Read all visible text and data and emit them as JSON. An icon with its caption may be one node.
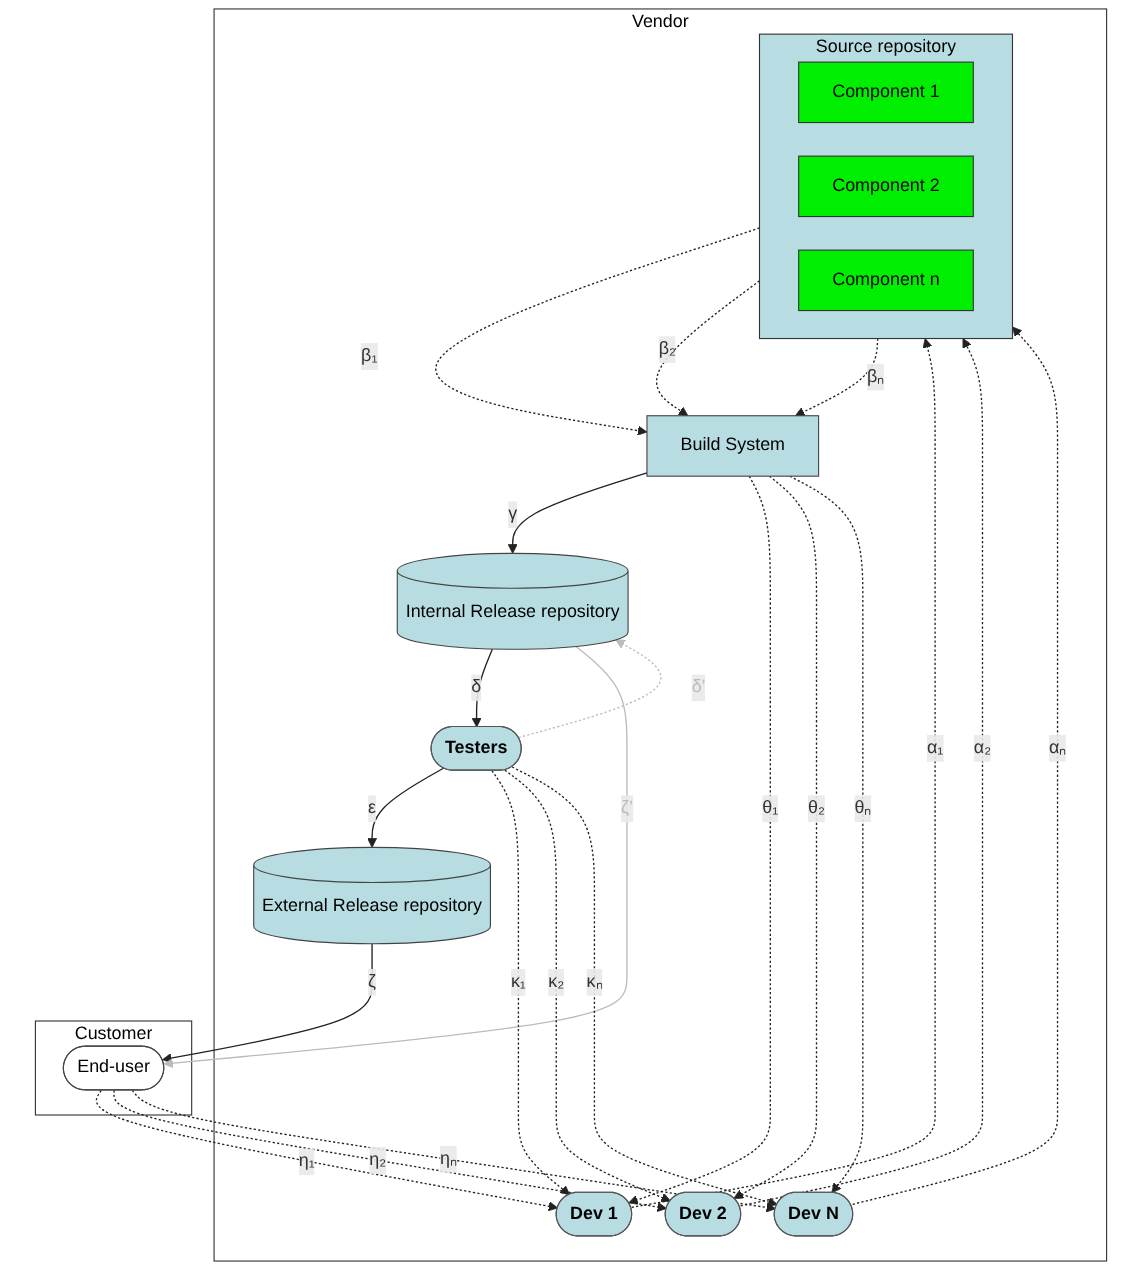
{
  "diagram": {
    "nodes": [
      {
        "text": [
          "Vendor"
        ]
      },
      {
        "text": [
          "Dev 1"
        ],
        "in": 0
      },
      {
        "text": [
          "Dev 2"
        ],
        "in": 0
      },
      {
        "text": [
          "Dev N"
        ],
        "in": 0
      },
      {
        "text": [
          "Source repository"
        ],
        "in": 0
      },
      {
        "text": [
          "Component 1"
        ],
        "in": 4
      },
      {
        "text": [
          "Component 2"
        ],
        "in": 4
      },
      {
        "text": [
          "Component n"
        ],
        "in": 4
      },
      {
        "text": [
          "Build System"
        ],
        "in": 0
      },
      {
        "text": [
          "Internal Release repository"
        ],
        "in": 0
      },
      {
        "text": [
          "Testers"
        ],
        "in": 0
      },
      {
        "text": [
          "External Release repository"
        ],
        "in": 0
      },
      {
        "text": [
          "Customer"
        ]
      },
      {
        "text": [
          "End-user"
        ],
        "in": 12
      }
    ],
    "edges": [
      {
        "from": 1,
        "to": 4,
        "arrow": "to",
        "label": "α₁",
        "style": "dashed"
      },
      {
        "from": 2,
        "to": 4,
        "arrow": "to",
        "label": "α₂",
        "style": "dashed"
      },
      {
        "from": 3,
        "to": 4,
        "arrow": "to",
        "label": "αₙ",
        "style": "dashed"
      },
      {
        "from": 4,
        "to": 8,
        "arrow": "to",
        "label": "β₁",
        "style": "dashed"
      },
      {
        "from": 4,
        "to": 8,
        "arrow": "to",
        "label": "β₂",
        "style": "dashed"
      },
      {
        "from": 4,
        "to": 8,
        "arrow": "to",
        "label": "βₙ",
        "style": "dashed"
      },
      {
        "from": 8,
        "to": 9,
        "arrow": "to",
        "label": "γ"
      },
      {
        "from": 9,
        "to": 10,
        "arrow": "to",
        "label": "δ"
      },
      {
        "from": 10,
        "to": 9,
        "arrow": "to",
        "label": "δ’",
        "style": "dashed",
        "color": "#bbbbbb"
      },
      {
        "from": 10,
        "to": 11,
        "arrow": "to",
        "label": "ε"
      },
      {
        "from": 11,
        "to": 13,
        "arrow": "to",
        "label": "ζ"
      },
      {
        "from": 9,
        "to": 13,
        "arrow": "to",
        "label": "ζ’",
        "color": "#bbbbbb"
      },
      {
        "from": 8,
        "to": 1,
        "arrow": "to",
        "label": "θ₁",
        "style": "dashed"
      },
      {
        "from": 8,
        "to": 2,
        "arrow": "to",
        "label": "θ₂",
        "style": "dashed"
      },
      {
        "from": 8,
        "to": 3,
        "arrow": "to",
        "label": "θₙ",
        "style": "dashed"
      },
      {
        "from": 13,
        "to": 1,
        "arrow": "to",
        "label": "η₁",
        "style": "dashed"
      },
      {
        "from": 13,
        "to": 2,
        "arrow": "to",
        "label": "η₂",
        "style": "dashed"
      },
      {
        "from": 13,
        "to": 3,
        "arrow": "to",
        "label": "ηₙ",
        "style": "dashed"
      },
      {
        "from": 10,
        "to": 1,
        "arrow": "to",
        "label": "κ₁",
        "style": "dashed"
      },
      {
        "from": 10,
        "to": 2,
        "arrow": "to",
        "label": "κ₂",
        "style": "dashed"
      },
      {
        "from": 10,
        "to": 3,
        "arrow": "to",
        "label": "κₙ",
        "style": "dashed"
      }
    ]
  }
}
